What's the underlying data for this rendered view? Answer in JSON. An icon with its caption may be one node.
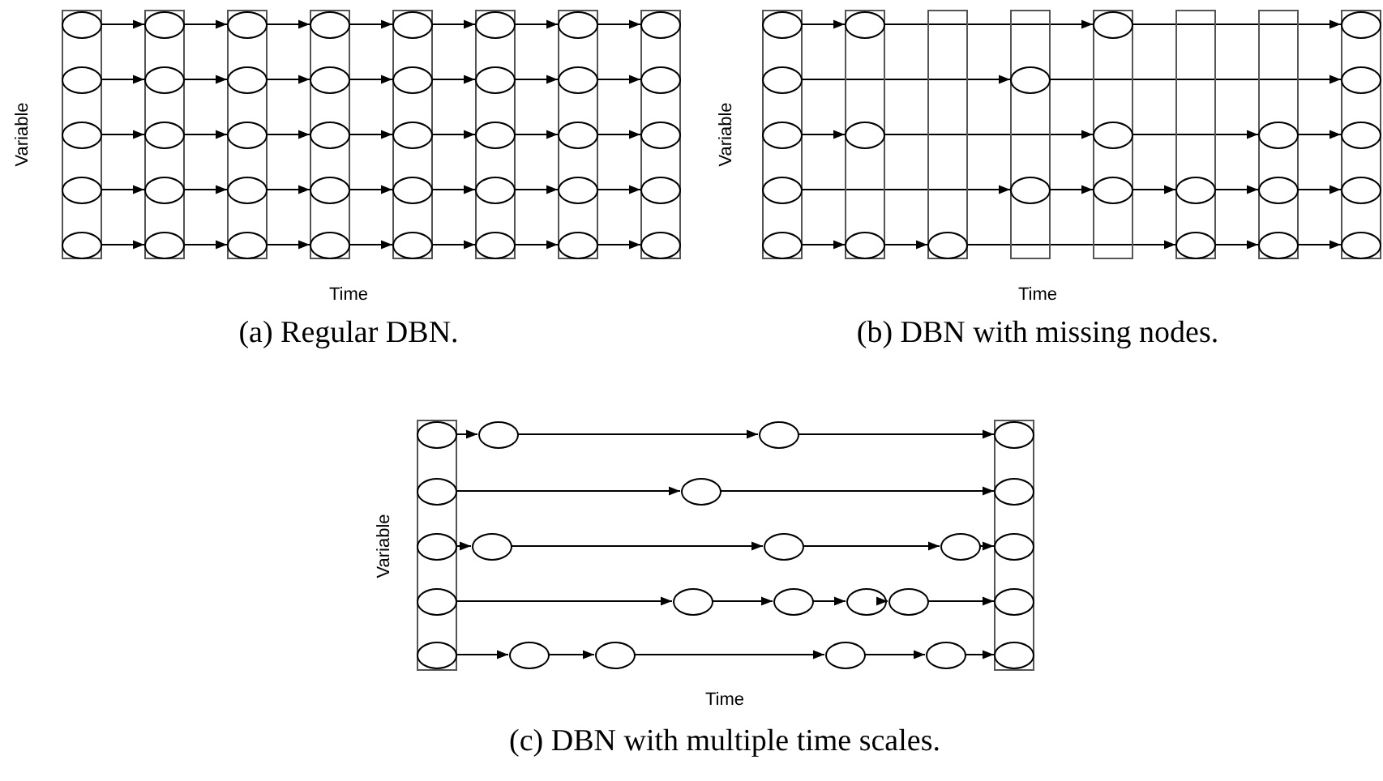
{
  "diagram": {
    "nodes": [
      {
        "text": [],
        "shape": "box"
      },
      {
        "text": [],
        "shape": "ellipse",
        "in": 0
      },
      {
        "text": [],
        "shape": "ellipse",
        "in": 0
      },
      {
        "text": [],
        "shape": "ellipse",
        "in": 0
      },
      {
        "text": [],
        "shape": "ellipse",
        "in": 0
      },
      {
        "text": [],
        "shape": "ellipse",
        "in": 0
      },
      {
        "text": [],
        "shape": "box"
      },
      {
        "text": [],
        "shape": "ellipse",
        "in": 6
      },
      {
        "text": [],
        "shape": "ellipse",
        "in": 6
      },
      {
        "text": [],
        "shape": "ellipse",
        "in": 6
      },
      {
        "text": [],
        "shape": "ellipse",
        "in": 6
      },
      {
        "text": [],
        "shape": "ellipse",
        "in": 6
      },
      {
        "text": [],
        "shape": "box"
      },
      {
        "text": [],
        "shape": "ellipse",
        "in": 12
      },
      {
        "text": [],
        "shape": "ellipse",
        "in": 12
      },
      {
        "text": [],
        "shape": "ellipse",
        "in": 12
      },
      {
        "text": [],
        "shape": "ellipse",
        "in": 12
      },
      {
        "text": [],
        "shape": "ellipse",
        "in": 12
      },
      {
        "text": [],
        "shape": "box"
      },
      {
        "text": [],
        "shape": "ellipse",
        "in": 18
      },
      {
        "text": [],
        "shape": "ellipse",
        "in": 18
      },
      {
        "text": [],
        "shape": "ellipse",
        "in": 18
      },
      {
        "text": [],
        "shape": "ellipse",
        "in": 18
      },
      {
        "text": [],
        "shape": "ellipse",
        "in": 18
      },
      {
        "text": [],
        "shape": "box"
      },
      {
        "text": [],
        "shape": "ellipse",
        "in": 24
      },
      {
        "text": [],
        "shape": "ellipse",
        "in": 24
      },
      {
        "text": [],
        "shape": "ellipse",
        "in": 24
      },
      {
        "text": [],
        "shape": "ellipse",
        "in": 24
      },
      {
        "text": [],
        "shape": "ellipse",
        "in": 24
      },
      {
        "text": [],
        "shape": "box"
      },
      {
        "text": [],
        "shape": "ellipse",
        "in": 30
      },
      {
        "text": [],
        "shape": "ellipse",
        "in": 30
      },
      {
        "text": [],
        "shape": "ellipse",
        "in": 30
      },
      {
        "text": [],
        "shape": "ellipse",
        "in": 30
      },
      {
        "text": [],
        "shape": "ellipse",
        "in": 30
      },
      {
        "text": [],
        "shape": "box"
      },
      {
        "text": [],
        "shape": "ellipse",
        "in": 36
      },
      {
        "text": [],
        "shape": "ellipse",
        "in": 36
      },
      {
        "text": [],
        "shape": "ellipse",
        "in": 36
      },
      {
        "text": [],
        "shape": "ellipse",
        "in": 36
      },
      {
        "text": [],
        "shape": "ellipse",
        "in": 36
      },
      {
        "text": [],
        "shape": "box"
      },
      {
        "text": [],
        "shape": "ellipse",
        "in": 42
      },
      {
        "text": [],
        "shape": "ellipse",
        "in": 42
      },
      {
        "text": [],
        "shape": "ellipse",
        "in": 42
      },
      {
        "text": [],
        "shape": "ellipse",
        "in": 42
      },
      {
        "text": [],
        "shape": "ellipse",
        "in": 42
      },
      {
        "text": [],
        "shape": "box"
      },
      {
        "text": [],
        "shape": "ellipse",
        "in": 48
      },
      {
        "text": [],
        "shape": "ellipse",
        "in": 48
      },
      {
        "text": [],
        "shape": "ellipse",
        "in": 48
      },
      {
        "text": [],
        "shape": "ellipse",
        "in": 48
      },
      {
        "text": [],
        "shape": "ellipse",
        "in": 48
      },
      {
        "text": [],
        "shape": "box"
      },
      {
        "text": [],
        "shape": "ellipse",
        "in": 54
      },
      {
        "text": [],
        "shape": "ellipse",
        "in": 54
      },
      {
        "text": [],
        "shape": "ellipse",
        "in": 54
      },
      {
        "text": [],
        "shape": "box"
      },
      {
        "text": [],
        "shape": "ellipse",
        "in": 58
      },
      {
        "text": [],
        "shape": "box"
      },
      {
        "text": [],
        "shape": "ellipse",
        "in": 60
      },
      {
        "text": [],
        "shape": "ellipse",
        "in": 60
      },
      {
        "text": [],
        "shape": "box"
      },
      {
        "text": [],
        "shape": "ellipse",
        "in": 63
      },
      {
        "text": [],
        "shape": "ellipse",
        "in": 63
      },
      {
        "text": [],
        "shape": "ellipse",
        "in": 63
      },
      {
        "text": [],
        "shape": "box"
      },
      {
        "text": [],
        "shape": "ellipse",
        "in": 67
      },
      {
        "text": [],
        "shape": "ellipse",
        "in": 67
      },
      {
        "text": [],
        "shape": "box"
      },
      {
        "text": [],
        "shape": "ellipse",
        "in": 70
      },
      {
        "text": [],
        "shape": "ellipse",
        "in": 70
      },
      {
        "text": [],
        "shape": "ellipse",
        "in": 70
      },
      {
        "text": [],
        "shape": "box"
      },
      {
        "text": [],
        "shape": "ellipse",
        "in": 74
      },
      {
        "text": [],
        "shape": "ellipse",
        "in": 74
      },
      {
        "text": [],
        "shape": "ellipse",
        "in": 74
      },
      {
        "text": [],
        "shape": "ellipse",
        "in": 74
      },
      {
        "text": [],
        "shape": "ellipse",
        "in": 74
      },
      {
        "text": [],
        "shape": "box"
      },
      {
        "text": [],
        "shape": "ellipse",
        "in": 80
      },
      {
        "text": [],
        "shape": "ellipse",
        "in": 80
      },
      {
        "text": [],
        "shape": "ellipse",
        "in": 80
      },
      {
        "text": [],
        "shape": "ellipse",
        "in": 80
      },
      {
        "text": [],
        "shape": "ellipse",
        "in": 80
      },
      {
        "text": [],
        "shape": "ellipse"
      },
      {
        "text": [],
        "shape": "ellipse"
      },
      {
        "text": [],
        "shape": "ellipse"
      },
      {
        "text": [],
        "shape": "ellipse"
      },
      {
        "text": [],
        "shape": "ellipse"
      },
      {
        "text": [],
        "shape": "ellipse"
      },
      {
        "text": [],
        "shape": "ellipse"
      },
      {
        "text": [],
        "shape": "ellipse"
      },
      {
        "text": [],
        "shape": "ellipse"
      },
      {
        "text": [],
        "shape": "ellipse"
      },
      {
        "text": [],
        "shape": "ellipse"
      },
      {
        "text": [],
        "shape": "ellipse"
      },
      {
        "text": [],
        "shape": "ellipse"
      },
      {
        "text": [],
        "shape": "ellipse"
      },
      {
        "text": [],
        "shape": "box"
      },
      {
        "text": [],
        "shape": "ellipse",
        "in": 100
      },
      {
        "text": [],
        "shape": "ellipse",
        "in": 100
      },
      {
        "text": [],
        "shape": "ellipse",
        "in": 100
      },
      {
        "text": [],
        "shape": "ellipse",
        "in": 100
      },
      {
        "text": [],
        "shape": "ellipse",
        "in": 100
      }
    ],
    "edges": [
      {
        "from": 1,
        "to": 7,
        "arrow": "to"
      },
      {
        "from": 2,
        "to": 8,
        "arrow": "to"
      },
      {
        "from": 3,
        "to": 9,
        "arrow": "to"
      },
      {
        "from": 4,
        "to": 10,
        "arrow": "to"
      },
      {
        "from": 5,
        "to": 11,
        "arrow": "to"
      },
      {
        "from": 7,
        "to": 13,
        "arrow": "to"
      },
      {
        "from": 8,
        "to": 14,
        "arrow": "to"
      },
      {
        "from": 9,
        "to": 15,
        "arrow": "to"
      },
      {
        "from": 10,
        "to": 16,
        "arrow": "to"
      },
      {
        "from": 11,
        "to": 17,
        "arrow": "to"
      },
      {
        "from": 13,
        "to": 19,
        "arrow": "to"
      },
      {
        "from": 14,
        "to": 20,
        "arrow": "to"
      },
      {
        "from": 15,
        "to": 21,
        "arrow": "to"
      },
      {
        "from": 16,
        "to": 22,
        "arrow": "to"
      },
      {
        "from": 17,
        "to": 23,
        "arrow": "to"
      },
      {
        "from": 19,
        "to": 25,
        "arrow": "to"
      },
      {
        "from": 20,
        "to": 26,
        "arrow": "to"
      },
      {
        "from": 21,
        "to": 27,
        "arrow": "to"
      },
      {
        "from": 22,
        "to": 28,
        "arrow": "to"
      },
      {
        "from": 23,
        "to": 29,
        "arrow": "to"
      },
      {
        "from": 25,
        "to": 31,
        "arrow": "to"
      },
      {
        "from": 26,
        "to": 32,
        "arrow": "to"
      },
      {
        "from": 27,
        "to": 33,
        "arrow": "to"
      },
      {
        "from": 28,
        "to": 34,
        "arrow": "to"
      },
      {
        "from": 29,
        "to": 35,
        "arrow": "to"
      },
      {
        "from": 31,
        "to": 37,
        "arrow": "to"
      },
      {
        "from": 32,
        "to": 38,
        "arrow": "to"
      },
      {
        "from": 33,
        "to": 39,
        "arrow": "to"
      },
      {
        "from": 34,
        "to": 40,
        "arrow": "to"
      },
      {
        "from": 35,
        "to": 41,
        "arrow": "to"
      },
      {
        "from": 37,
        "to": 43,
        "arrow": "to"
      },
      {
        "from": 38,
        "to": 44,
        "arrow": "to"
      },
      {
        "from": 39,
        "to": 45,
        "arrow": "to"
      },
      {
        "from": 40,
        "to": 46,
        "arrow": "to"
      },
      {
        "from": 41,
        "to": 47,
        "arrow": "to"
      },
      {
        "from": 49,
        "to": 55,
        "arrow": "to"
      },
      {
        "from": 55,
        "to": 64,
        "arrow": "to"
      },
      {
        "from": 64,
        "to": 75,
        "arrow": "to"
      },
      {
        "from": 50,
        "to": 61,
        "arrow": "to"
      },
      {
        "from": 61,
        "to": 76,
        "arrow": "to"
      },
      {
        "from": 51,
        "to": 56,
        "arrow": "to"
      },
      {
        "from": 56,
        "to": 65,
        "arrow": "to"
      },
      {
        "from": 65,
        "to": 71,
        "arrow": "to"
      },
      {
        "from": 71,
        "to": 77,
        "arrow": "to"
      },
      {
        "from": 52,
        "to": 62,
        "arrow": "to"
      },
      {
        "from": 62,
        "to": 66,
        "arrow": "to"
      },
      {
        "from": 66,
        "to": 68,
        "arrow": "to"
      },
      {
        "from": 68,
        "to": 72,
        "arrow": "to"
      },
      {
        "from": 72,
        "to": 78,
        "arrow": "to"
      },
      {
        "from": 53,
        "to": 57,
        "arrow": "to"
      },
      {
        "from": 57,
        "to": 59,
        "arrow": "to"
      },
      {
        "from": 59,
        "to": 69,
        "arrow": "to"
      },
      {
        "from": 69,
        "to": 73,
        "arrow": "to"
      },
      {
        "from": 73,
        "to": 79,
        "arrow": "to"
      },
      {
        "from": 81,
        "to": 86,
        "arrow": "to"
      },
      {
        "from": 86,
        "to": 87,
        "arrow": "to"
      },
      {
        "from": 87,
        "to": 101,
        "arrow": "to"
      },
      {
        "from": 82,
        "to": 88,
        "arrow": "to"
      },
      {
        "from": 88,
        "to": 102,
        "arrow": "to"
      },
      {
        "from": 83,
        "to": 89,
        "arrow": "to"
      },
      {
        "from": 89,
        "to": 90,
        "arrow": "to"
      },
      {
        "from": 90,
        "to": 91,
        "arrow": "to"
      },
      {
        "from": 91,
        "to": 103,
        "arrow": "to"
      },
      {
        "from": 84,
        "to": 92,
        "arrow": "to"
      },
      {
        "from": 92,
        "to": 93,
        "arrow": "to"
      },
      {
        "from": 93,
        "to": 94,
        "arrow": "to"
      },
      {
        "from": 94,
        "to": 95,
        "arrow": "to"
      },
      {
        "from": 95,
        "to": 104,
        "arrow": "to"
      },
      {
        "from": 85,
        "to": 96,
        "arrow": "to"
      },
      {
        "from": 96,
        "to": 97,
        "arrow": "to"
      },
      {
        "from": 97,
        "to": 98,
        "arrow": "to"
      },
      {
        "from": 98,
        "to": 99,
        "arrow": "to"
      },
      {
        "from": 99,
        "to": 105,
        "arrow": "to"
      }
    ],
    "labels": [
      "Variable",
      "Variable",
      "Time",
      "Time",
      "(a) Regular DBN.",
      "(b) DBN with missing nodes.",
      "Variable",
      "Time",
      "(c) DBN with multiple time scales."
    ]
  }
}
